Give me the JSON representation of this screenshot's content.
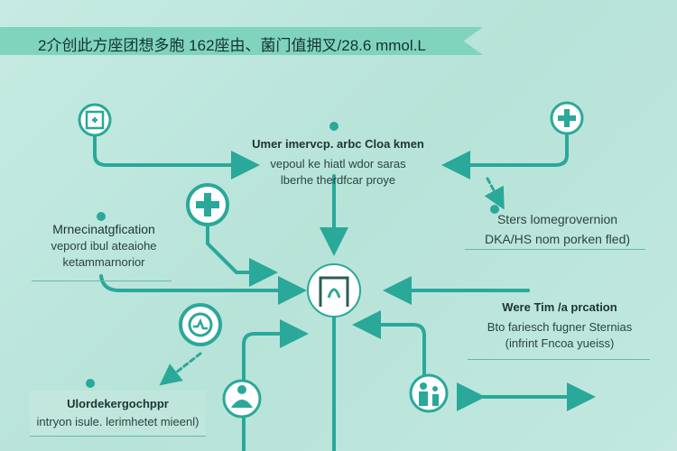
{
  "banner": {
    "title": "2介创此方座团想多胞 162座由、菌门值拥叉/28.6 mmol.L"
  },
  "blocks": {
    "top_center": {
      "heading": "Umer imervcp. arbc Cloa kmen",
      "line1": "vepoul ke hiatl wdor saras",
      "line2": "lberhe therdfcar proye"
    },
    "left": {
      "heading": "Mrnecinatgfication",
      "line1": "vepord ibul ateaiohe",
      "line2": "ketammarnorior"
    },
    "right_top": {
      "line1": "Sters lomegrovernion",
      "line2": "DKA/HS nom porken fled)"
    },
    "right_bottom": {
      "heading": "Were Tim /a prcation",
      "line1": "Bto fariesch fugner Sternias",
      "line2": "(infrint Fncoa yueiss)"
    },
    "bottom_left": {
      "heading": "Ulordekergochppr",
      "line1": "intryon isule. lerimhetet mieenl)"
    }
  },
  "icons": [
    "hospital-icon",
    "medical-cross-icon",
    "first-aid-icon",
    "central-patient-icon",
    "monitor-icon",
    "doctor-patient-icon",
    "family-icon"
  ],
  "colors": {
    "teal": "#2aa89a",
    "banner": "#80d4be",
    "background": "#bfe6dc"
  }
}
